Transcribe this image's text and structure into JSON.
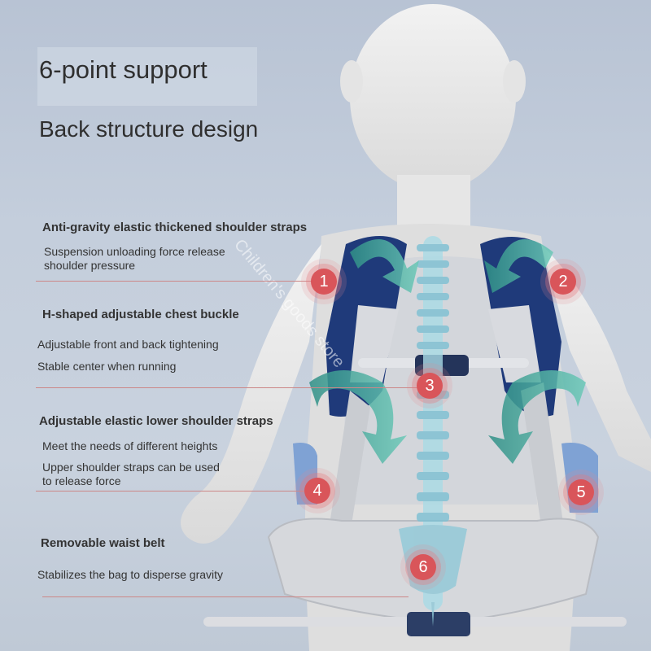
{
  "title": "6-point support",
  "subtitle": "Back structure design",
  "watermark": "Children's goods store",
  "features": [
    {
      "number": "1",
      "heading": "Anti-gravity elastic thickened shoulder straps",
      "lines": [
        "Suspension unloading force release",
        "shoulder pressure"
      ]
    },
    {
      "number": "2",
      "heading": "",
      "lines": []
    },
    {
      "number": "3",
      "heading": "H-shaped adjustable chest buckle",
      "lines": [
        "Adjustable front and back tightening",
        "Stable center when running"
      ]
    },
    {
      "number": "4",
      "heading": "Adjustable elastic lower shoulder straps",
      "lines": [
        "Meet the needs of different heights",
        "Upper shoulder straps can be used",
        "to release force"
      ]
    },
    {
      "number": "5",
      "heading": "",
      "lines": []
    },
    {
      "number": "6",
      "heading": "Removable waist belt",
      "lines": [
        "Stabilizes the bag to disperse gravity"
      ]
    }
  ],
  "colors": {
    "badge": "#d9555a",
    "backpack_navy": "#1f3a7a",
    "strap_grey": "#c9ccd1",
    "arrow_teal": "#3fa79a",
    "spine": "#8fc9d8"
  }
}
